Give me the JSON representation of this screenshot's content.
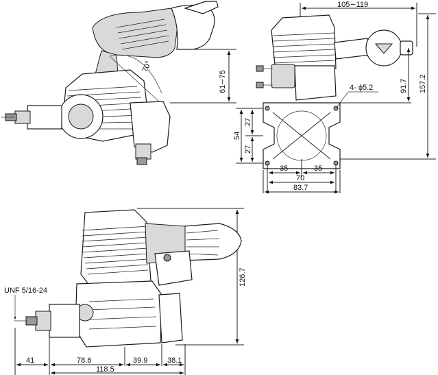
{
  "labels": {
    "exhaust_range": "105∼119",
    "mount_holes": "4- ϕ5.2",
    "height_a": "91.7",
    "height_b": "157.2",
    "mount_total": "54",
    "mount_half_top": "27",
    "mount_half_bottom": "27",
    "half_left": "35",
    "half_right": "35",
    "spacing": "70",
    "flange_width": "83.7",
    "angle": "70°",
    "muffler_range": "61∼75",
    "thread": "UNF 5/16-24",
    "overall_height": "126.7",
    "len_prop": "41",
    "len_b": "78.6",
    "len_c": "39.9",
    "len_d": "38.1",
    "len_total": "118.5"
  }
}
